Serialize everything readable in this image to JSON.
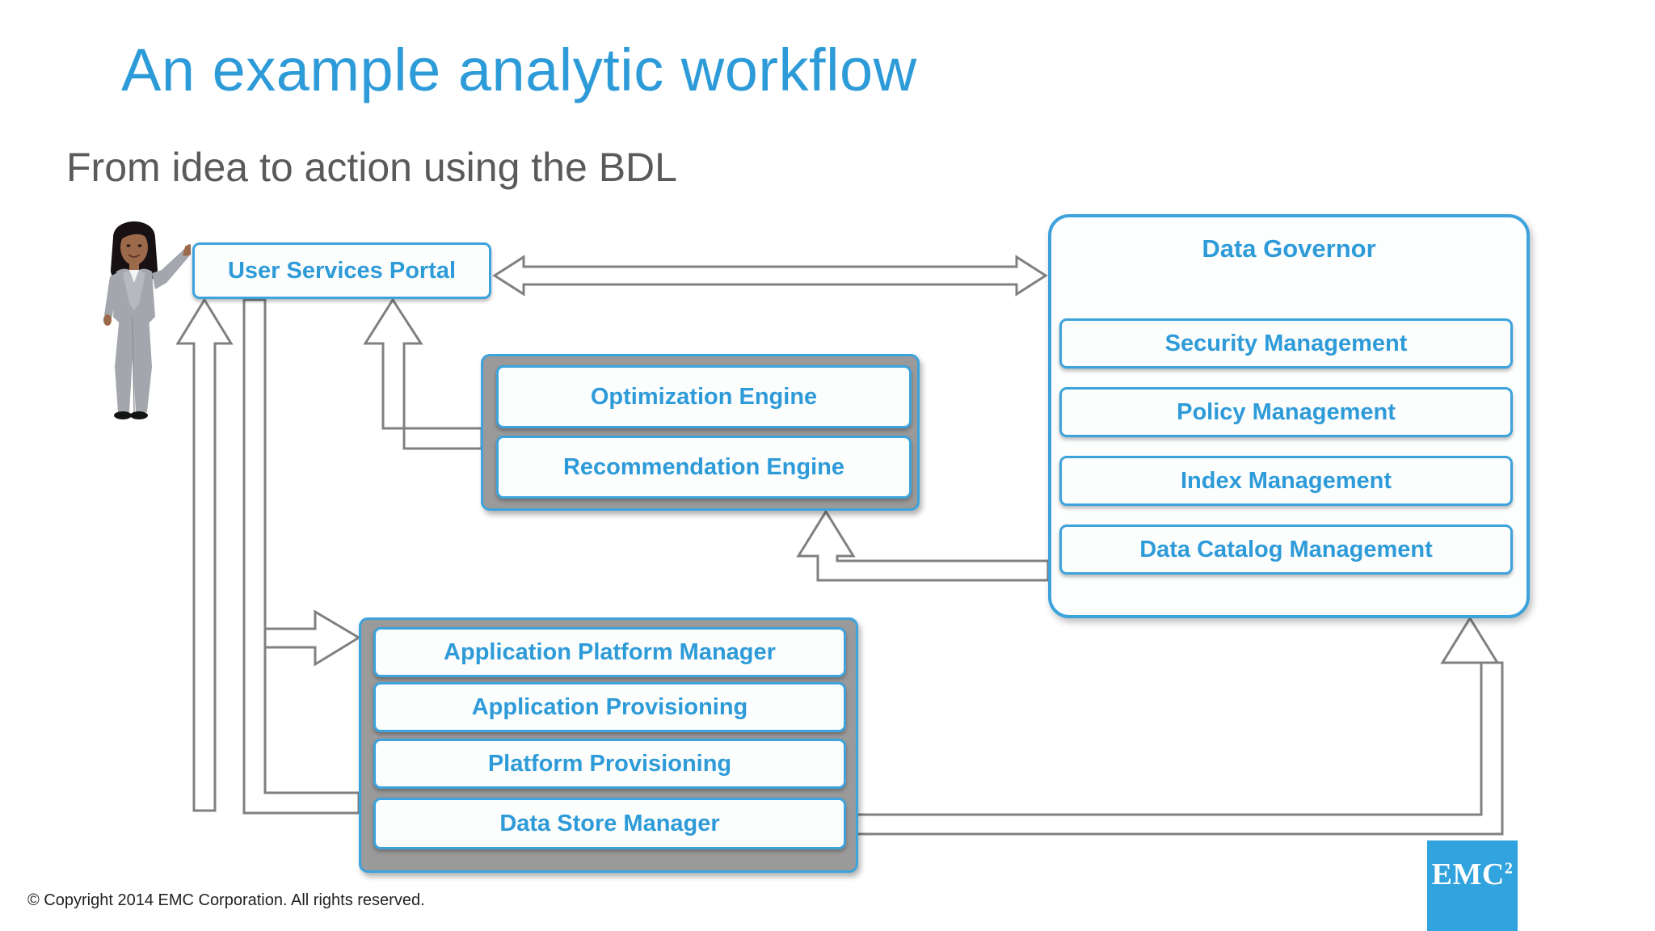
{
  "slide": {
    "title": "An example analytic workflow",
    "subtitle": "From idea to action using the BDL",
    "copyright": "© Copyright 2014 EMC Corporation. All rights reserved.",
    "logo_text": "EMC",
    "logo_superscript": "2"
  },
  "colors": {
    "accent_blue": "#2E9BD9",
    "border_blue": "#3DA3DC",
    "group_gray": "#9A9A9A",
    "arrow_gray": "#808080",
    "subtitle_gray": "#5A5A5A",
    "logo_blue": "#31A3DE"
  },
  "nodes": {
    "user_services_portal": {
      "label": "User Services Portal"
    },
    "engines": [
      {
        "label": "Optimization Engine"
      },
      {
        "label": "Recommendation Engine"
      }
    ],
    "platform_stack": [
      {
        "label": "Application Platform Manager"
      },
      {
        "label": "Application Provisioning"
      },
      {
        "label": "Platform Provisioning"
      },
      {
        "label": "Data Store Manager"
      }
    ],
    "data_governor": {
      "title": "Data Governor",
      "items": [
        {
          "label": "Security Management"
        },
        {
          "label": "Policy Management"
        },
        {
          "label": "Index Management"
        },
        {
          "label": "Data Catalog Management"
        }
      ]
    }
  },
  "icons": {
    "presenter": "person-presenting-icon"
  },
  "connectors": [
    {
      "name": "portal-to-data-governor",
      "type": "double-headed-horizontal"
    },
    {
      "name": "platform-stack-to-portal",
      "type": "up-arrow"
    },
    {
      "name": "data-store-to-portal",
      "type": "up-arrow"
    },
    {
      "name": "engines-to-portal",
      "type": "elbow-up-arrow"
    },
    {
      "name": "portal-to-application-platform-manager",
      "type": "elbow-right-arrow"
    },
    {
      "name": "data-catalog-to-engines",
      "type": "elbow-up-arrow"
    },
    {
      "name": "data-store-to-data-governor",
      "type": "elbow-up-arrow"
    }
  ]
}
